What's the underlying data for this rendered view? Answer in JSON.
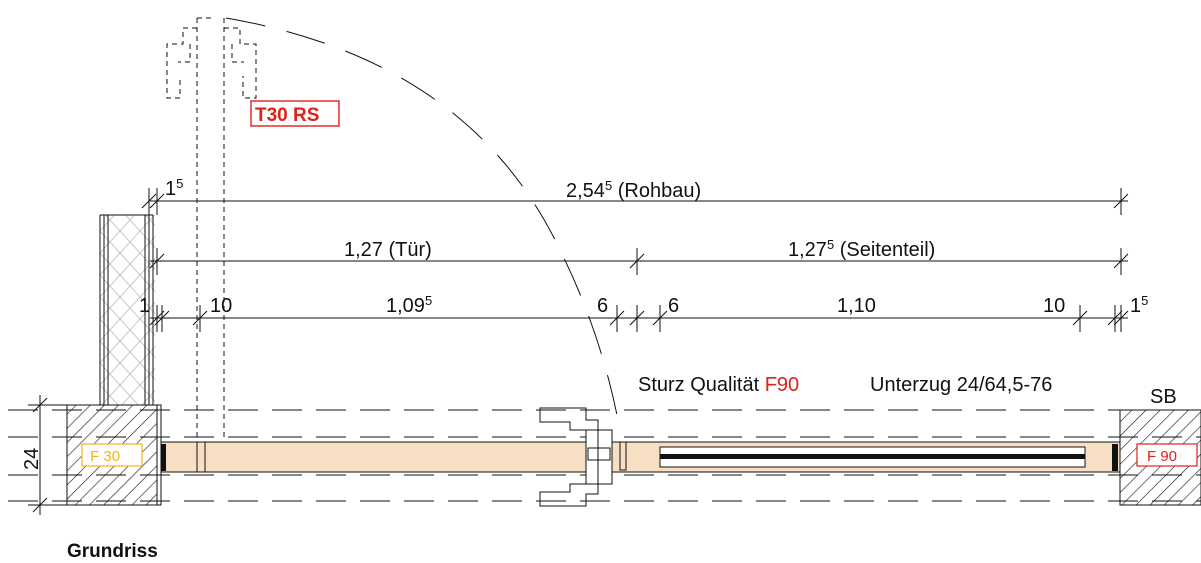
{
  "drawing": {
    "title": "Grundriss",
    "door_label": "T30 RS",
    "lintel": {
      "prefix": "Sturz Qualität ",
      "quality": "F90",
      "beam": "Unterzug 24/64,5-76"
    },
    "sb_label": "SB",
    "left_wall_rating": "F 30",
    "right_wall_rating": "F 90",
    "wall_thickness": "24"
  },
  "dimensions": {
    "row1": {
      "left_small": "1",
      "left_small_sup": "5",
      "main": "2,54",
      "main_sup": "5",
      "main_suffix": " (Rohbau)"
    },
    "row2": {
      "door": "1,27 (Tür)",
      "side": "1,27",
      "side_sup": "5",
      "side_suffix": " (Seitenteil)"
    },
    "row3": {
      "a": "1",
      "b": "10",
      "c": "1,09",
      "c_sup": "5",
      "d": "6",
      "e": "6",
      "f": "1,10",
      "g": "10",
      "h": "1",
      "h_sup": "5"
    }
  },
  "colors": {
    "frame_fill": "#f7dfc4",
    "rating_orange": "#f2b418",
    "rating_red": "#e0201b",
    "line": "#111111"
  }
}
